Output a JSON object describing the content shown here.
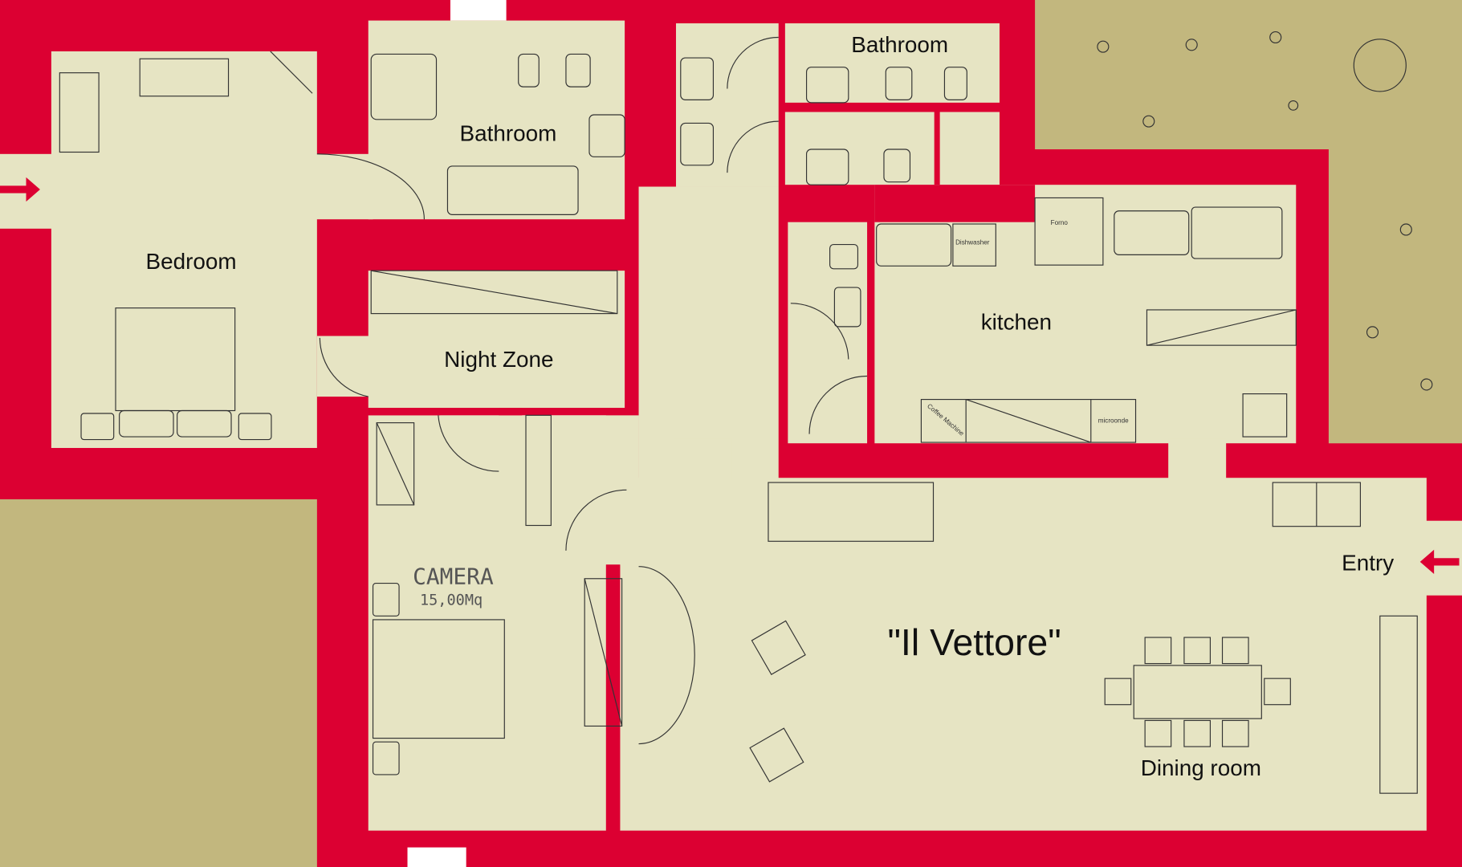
{
  "title": "\"Il Vettore\"",
  "rooms": {
    "bedroom": "Bedroom",
    "bathroom_1": "Bathroom",
    "bathroom_2": "Bathroom",
    "night_zone": "Night Zone",
    "kitchen": "kitchen",
    "camera": "CAMERA",
    "camera_area": "15,00Mq",
    "entry": "Entry",
    "dining_room": "Dining room"
  },
  "appliances": {
    "oven": "Forno",
    "dishwasher": "Dishwasher",
    "microwave": "microonde",
    "coffee_machine": "Coffee Machine"
  },
  "colors": {
    "wall": "#DC0032",
    "floor": "#E6E4C3",
    "garden": "#C2B77E"
  }
}
